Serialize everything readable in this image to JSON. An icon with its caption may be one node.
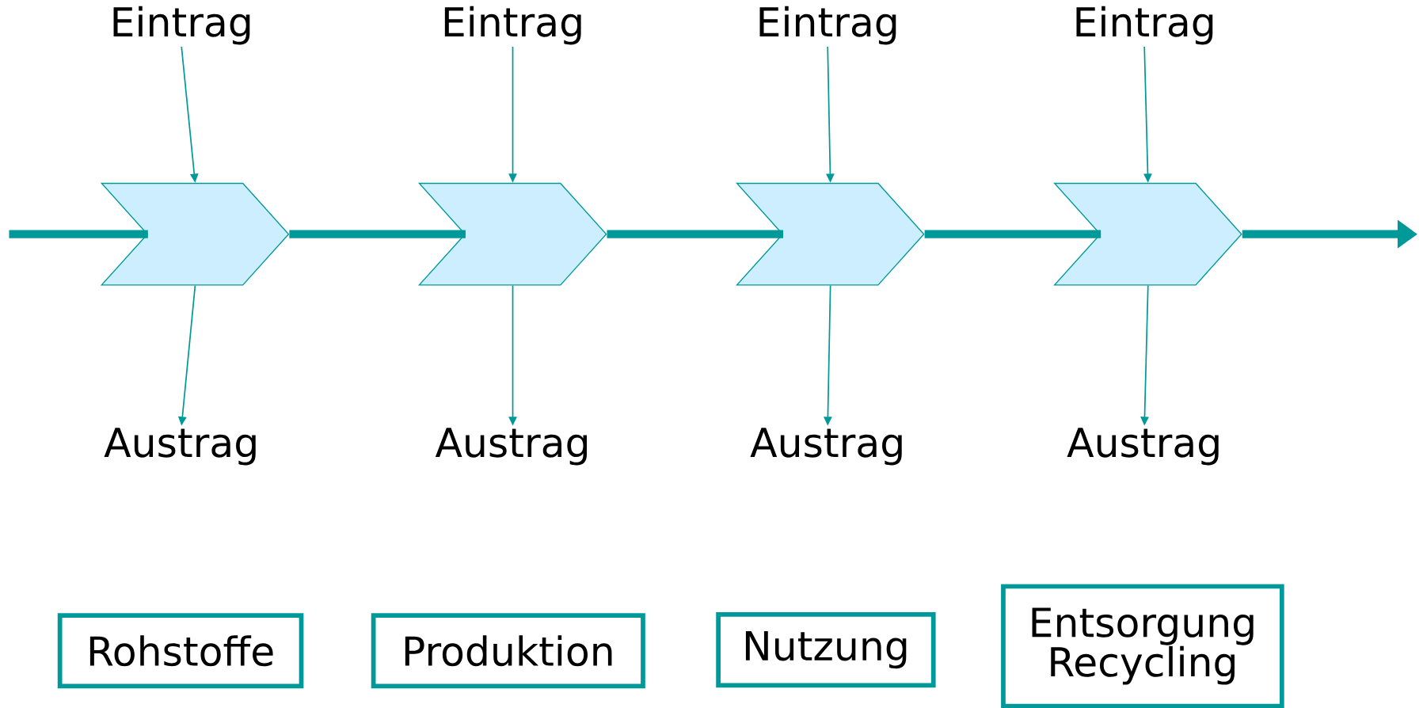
{
  "diagram": {
    "nodes": [
      {
        "text": [
          "Eintrag"
        ]
      },
      {
        "text": [
          "Eintrag"
        ]
      },
      {
        "text": [
          "Eintrag"
        ]
      },
      {
        "text": [
          "Eintrag"
        ]
      },
      {
        "text": [],
        "shape": "chevron"
      },
      {
        "text": [],
        "shape": "chevron"
      },
      {
        "text": [],
        "shape": "chevron"
      },
      {
        "text": [],
        "shape": "chevron"
      },
      {
        "text": [
          "Austrag"
        ]
      },
      {
        "text": [
          "Austrag"
        ]
      },
      {
        "text": [
          "Austrag"
        ]
      },
      {
        "text": [
          "Austrag"
        ]
      },
      {
        "text": [
          "Rohstoffe"
        ]
      },
      {
        "text": [
          "Produktion"
        ]
      },
      {
        "text": [
          "Nutzung"
        ]
      },
      {
        "text": [
          "Entsorgung Recycling"
        ]
      }
    ],
    "edges": [
      {
        "from": 0,
        "to": 4,
        "arrow": "to"
      },
      {
        "from": 1,
        "to": 5,
        "arrow": "to"
      },
      {
        "from": 2,
        "to": 6,
        "arrow": "to"
      },
      {
        "from": 3,
        "to": 7,
        "arrow": "to"
      },
      {
        "from": 4,
        "to": 8,
        "arrow": "to"
      },
      {
        "from": 5,
        "to": 9,
        "arrow": "to"
      },
      {
        "from": 6,
        "to": 10,
        "arrow": "to"
      },
      {
        "from": 7,
        "to": 11,
        "arrow": "to"
      },
      {
        "from": null,
        "to": 4,
        "arrow": "none",
        "style": "thick"
      },
      {
        "from": 4,
        "to": 5,
        "arrow": "none",
        "style": "thick"
      },
      {
        "from": 5,
        "to": 6,
        "arrow": "none",
        "style": "thick"
      },
      {
        "from": 6,
        "to": 7,
        "arrow": "none",
        "style": "thick"
      },
      {
        "from": 7,
        "to": null,
        "arrow": "to",
        "style": "thick"
      }
    ]
  }
}
